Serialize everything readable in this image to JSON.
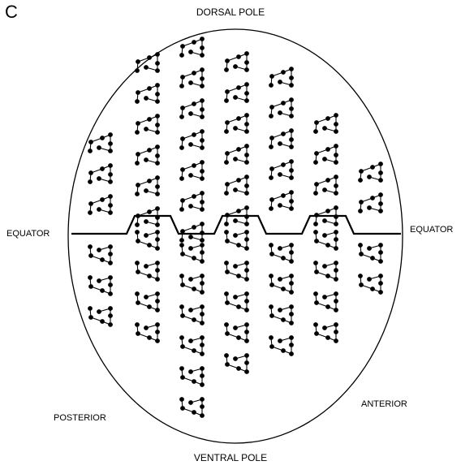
{
  "figure": {
    "panel_letter": "C",
    "labels": {
      "dorsal": "DORSAL POLE",
      "ventral": "VENTRAL POLE",
      "equator_left": "EQUATOR",
      "equator_right": "EQUATOR",
      "posterior": "POSTERIOR",
      "anterior": "ANTERIOR"
    },
    "colors": {
      "ink": "#000000",
      "background": "#ffffff"
    },
    "columns": [
      {
        "dorsal_units": 3,
        "ventral_units": 3
      },
      {
        "dorsal_units": 6,
        "ventral_units": 4
      },
      {
        "dorsal_units": 7,
        "ventral_units": 6
      },
      {
        "dorsal_units": 6,
        "ventral_units": 5
      },
      {
        "dorsal_units": 5,
        "ventral_units": 4
      },
      {
        "dorsal_units": 4,
        "ventral_units": 4
      },
      {
        "dorsal_units": 2,
        "ventral_units": 2
      }
    ]
  }
}
